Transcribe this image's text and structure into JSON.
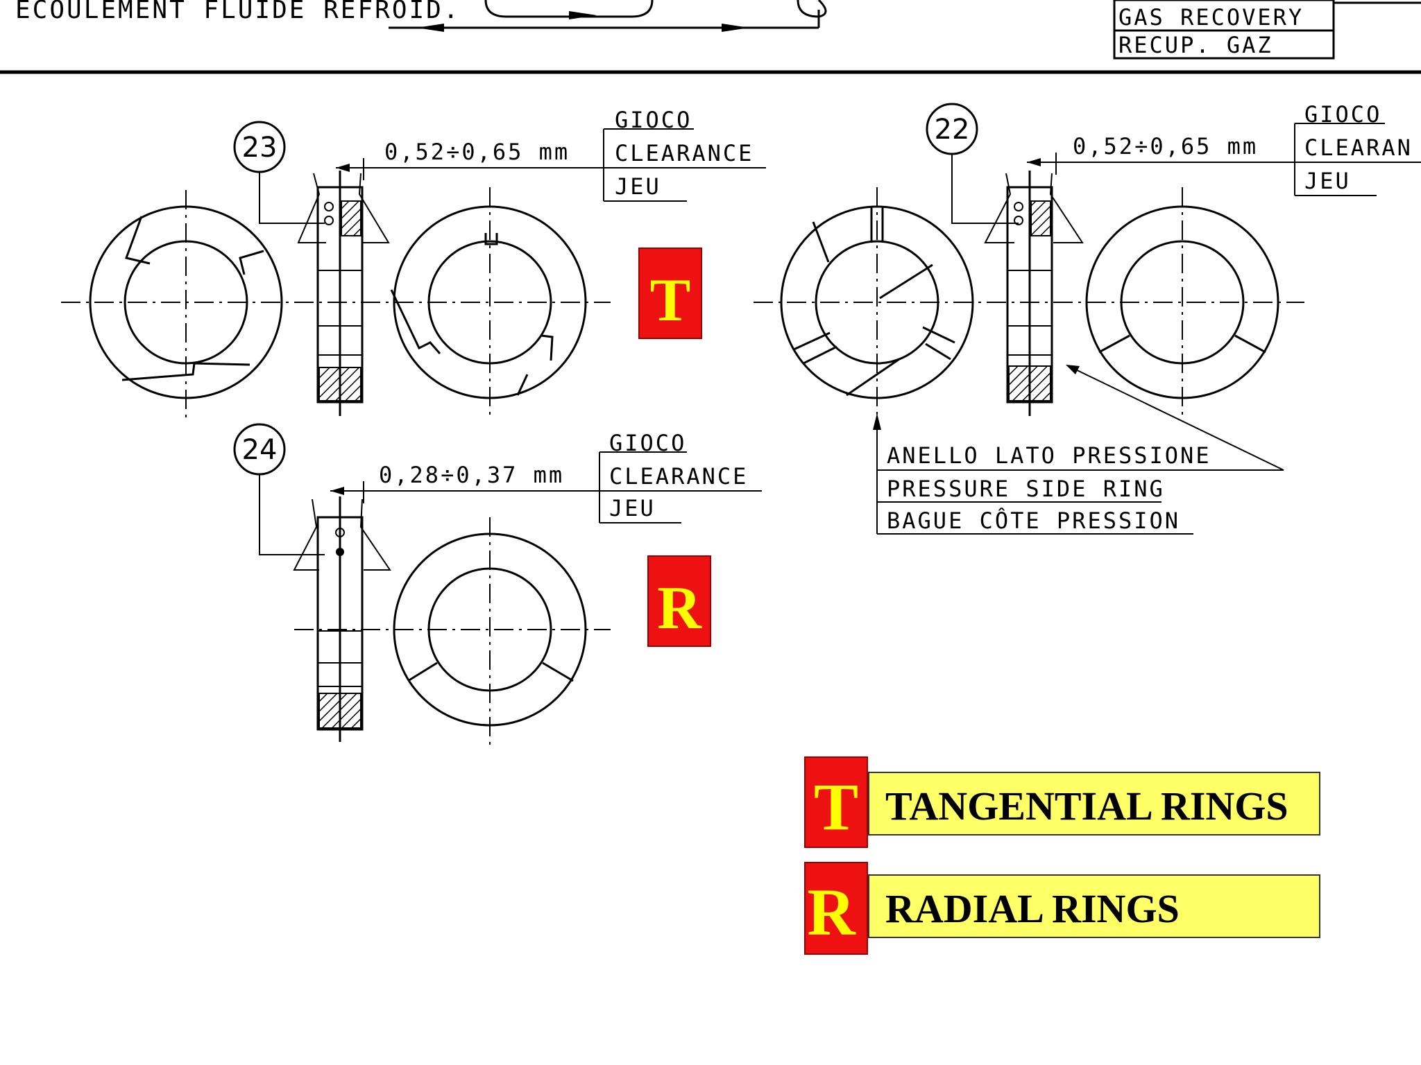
{
  "header": {
    "left_text": "ECOULEMENT FLUIDE REFROID.",
    "right_lines": [
      "GAS RECOVERY",
      "RECUP. GAZ"
    ]
  },
  "clearance_labels": {
    "gioco": "GIOCO",
    "clearance": "CLEARANCE",
    "clearance_cut": "CLEARAN",
    "jeu": "JEU"
  },
  "parts": [
    {
      "id": "23",
      "dimension": "0,52÷0,65 mm",
      "type_badge": "T"
    },
    {
      "id": "22",
      "dimension": "0,52÷0,65 mm"
    },
    {
      "id": "24",
      "dimension": "0,28÷0,37 mm",
      "type_badge": "R"
    }
  ],
  "pressure_side_labels": [
    "ANELLO LATO PRESSIONE",
    "PRESSURE SIDE RING",
    "BAGUE CÔTE PRESSION"
  ],
  "legend": [
    {
      "badge": "T",
      "label": "TANGENTIAL RINGS"
    },
    {
      "badge": "R",
      "label": "RADIAL RINGS"
    }
  ],
  "colors": {
    "badge_red": "#ee1111",
    "badge_letter": "#ffff00",
    "legend_fill": "#ffff66"
  }
}
